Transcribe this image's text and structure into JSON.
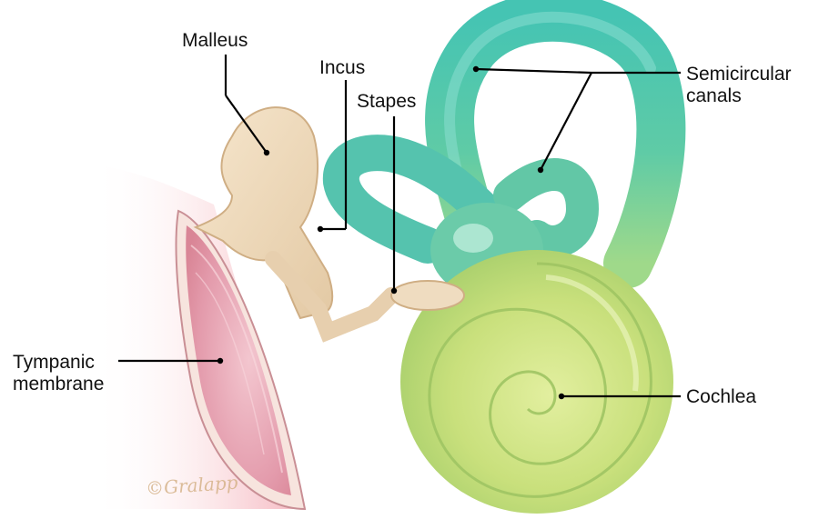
{
  "labels": {
    "malleus": "Malleus",
    "incus": "Incus",
    "stapes": "Stapes",
    "semicircular_line1": "Semicircular",
    "semicircular_line2": "canals",
    "tympanic_line1": "Tympanic",
    "tympanic_line2": "membrane",
    "cochlea": "Cochlea"
  },
  "signature": "©Gralapp",
  "colors": {
    "background": "#ffffff",
    "bone": "#f0dcc0",
    "bone_shadow": "#d9bf9c",
    "membrane": "#e8a9b6",
    "membrane_rim": "#f6e1dc",
    "canal_teal": "#4fc4ae",
    "cochlea_green": "#c5de7a",
    "leader_line": "#000000"
  }
}
